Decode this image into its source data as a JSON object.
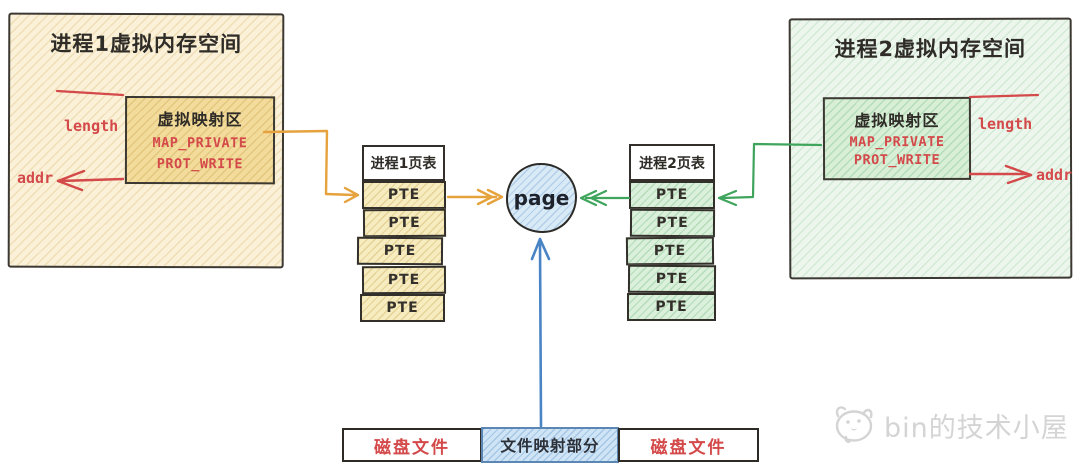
{
  "colors": {
    "p1_fill": "#faf1d8",
    "p1_inner": "#f3dc9b",
    "pte_yellow": "#f6ecbf",
    "p2_fill": "#ecf6ec",
    "p2_inner": "#d8efd6",
    "pte_green": "#dbf0da",
    "page_fill": "#d9eaf7",
    "mapped_fill": "#cfe5f6",
    "red": "#d4494a",
    "orange": "#e6a23c",
    "green": "#3fa45c",
    "blue": "#4a84c4",
    "ink": "#2f2c28",
    "watermark": "#d4d4d4"
  },
  "diagram": {
    "process1": {
      "title": "进程1虚拟内存空间",
      "mapping_area": {
        "title": "虚拟映射区",
        "flags": [
          "MAP_PRIVATE",
          "PROT_WRITE"
        ]
      },
      "length_label": "length",
      "addr_label": "addr",
      "page_table": {
        "title": "进程1页表",
        "entries": [
          "PTE",
          "PTE",
          "PTE",
          "PTE",
          "PTE"
        ]
      }
    },
    "process2": {
      "title": "进程2虚拟内存空间",
      "mapping_area": {
        "title": "虚拟映射区",
        "flags": [
          "MAP_PRIVATE",
          "PROT_WRITE"
        ]
      },
      "length_label": "length",
      "addr_label": "addr",
      "page_table": {
        "title": "进程2页表",
        "entries": [
          "PTE",
          "PTE",
          "PTE",
          "PTE",
          "PTE"
        ]
      }
    },
    "physical_page": {
      "label": "page"
    },
    "disk_file_bar": {
      "left_segment": "磁盘文件",
      "mapped_segment": "文件映射部分",
      "right_segment": "磁盘文件"
    },
    "watermark": {
      "text": "bin的技术小屋"
    }
  }
}
